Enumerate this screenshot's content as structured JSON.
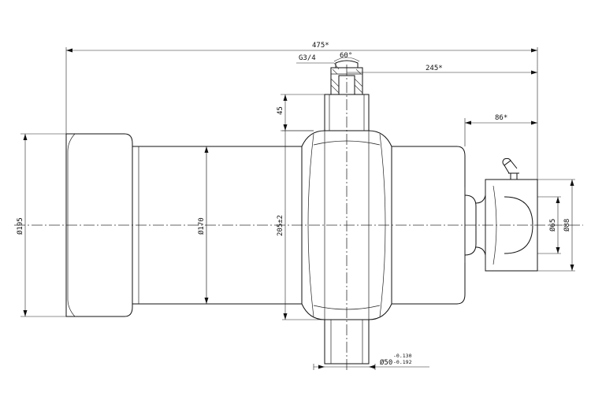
{
  "dimensions": {
    "overall_length": "475*",
    "thread": "G3/4",
    "thread_angle": "60°",
    "to_port": "245*",
    "trunnion_height": "45",
    "end_offset": "86*",
    "body_diameter": "Ø195",
    "stage_diameter": "Ø170",
    "trunnion_span": "205±2",
    "eye_inner": "Ø65",
    "eye_outer": "Ø88",
    "pin_diameter": "Ø50",
    "pin_tol_upper": "-0.130",
    "pin_tol_lower": "-0.192"
  },
  "colors": {
    "line": "#111111",
    "background": "#ffffff"
  }
}
